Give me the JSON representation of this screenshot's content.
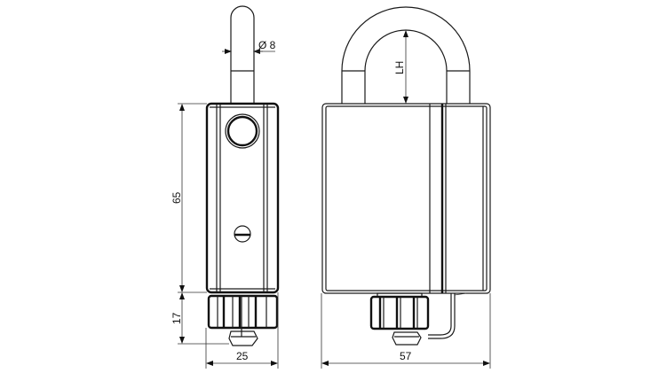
{
  "diagram": {
    "subject": "Padlock technical drawing",
    "views": [
      {
        "name": "side view"
      },
      {
        "name": "front view"
      }
    ],
    "dimensions": {
      "shackle_diameter": "Ø 8",
      "shackle_height": "LH",
      "body_height": "65",
      "cylinder_height": "17",
      "side_width": "25",
      "front_width": "57"
    },
    "colors": {
      "line": "#111111",
      "background": "#ffffff"
    }
  }
}
